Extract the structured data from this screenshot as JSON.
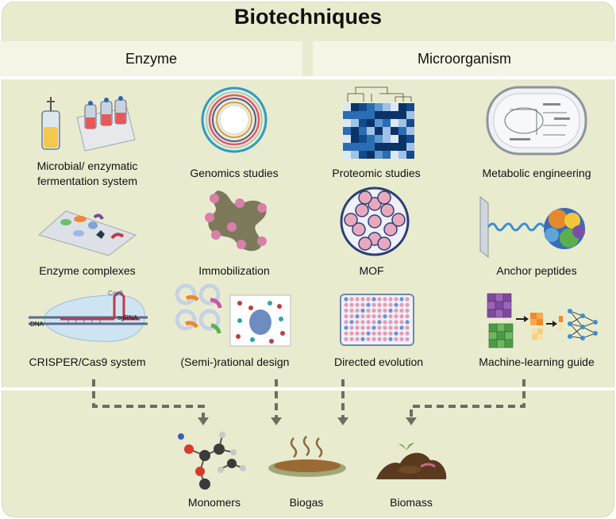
{
  "title": "Biotechniques",
  "categories": {
    "enzyme": "Enzyme",
    "microorganism": "Microorganism"
  },
  "techniques": {
    "fermentation_line1": "Microbial/ enzymatic",
    "fermentation_line2": "fermentation system",
    "genomics": "Genomics studies",
    "proteomic": "Proteomic studies",
    "metabolic": "Metabolic engineering",
    "enzyme_complexes": "Enzyme complexes",
    "immobilization": "Immobilization",
    "mof": "MOF",
    "anchor_peptides": "Anchor peptides",
    "crisper": "CRISPER/Cas9 system",
    "rational_design": "(Semi-)rational design",
    "directed_evolution": "Directed evolution",
    "ml_guide": "Machine-learning guide"
  },
  "small_labels": {
    "dna": "DNA",
    "sgrna": "sgRNA",
    "cas9": "Cas9"
  },
  "products": {
    "monomers": "Monomers",
    "biogas": "Biogas",
    "biomass": "Biomass"
  },
  "colors": {
    "background": "#e9ebcf",
    "band": "#f4f5e4",
    "arrow": "#6e6e5e",
    "heatmap": "#1f5fa6",
    "mof": "#e8a9bf"
  }
}
